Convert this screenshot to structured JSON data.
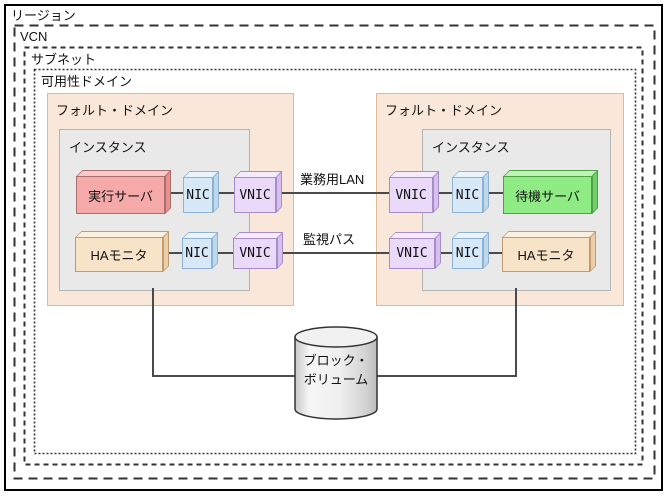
{
  "labels": {
    "region": "リージョン",
    "vcn": "VCN",
    "subnet": "サブネット",
    "availability_domain": "可用性ドメイン",
    "fault_domain": "フォルト・ドメイン",
    "instance": "インスタンス",
    "exec_server": "実行サーバ",
    "standby_server": "待機サーバ",
    "ha_monitor": "HAモニタ",
    "nic": "NIC",
    "vnic": "VNIC",
    "business_lan": "業務用LAN",
    "monitor_path": "監視パス",
    "block_volume_line1": "ブロック・",
    "block_volume_line2": "ボリューム"
  },
  "colors": {
    "exec_server": "#f6a9a9",
    "standby_server": "#8fec85",
    "ha_monitor": "#f7e3c8",
    "nic": "#d7e9f8",
    "vnic": "#ead9f8",
    "fault_domain_fill": "#f9e8d9",
    "fault_domain_border": "#ddbb98",
    "instance_fill": "#e9e9e9",
    "instance_border": "#b5b5b5",
    "connector_line": "#4a4a4a",
    "border_black": "#000000"
  }
}
